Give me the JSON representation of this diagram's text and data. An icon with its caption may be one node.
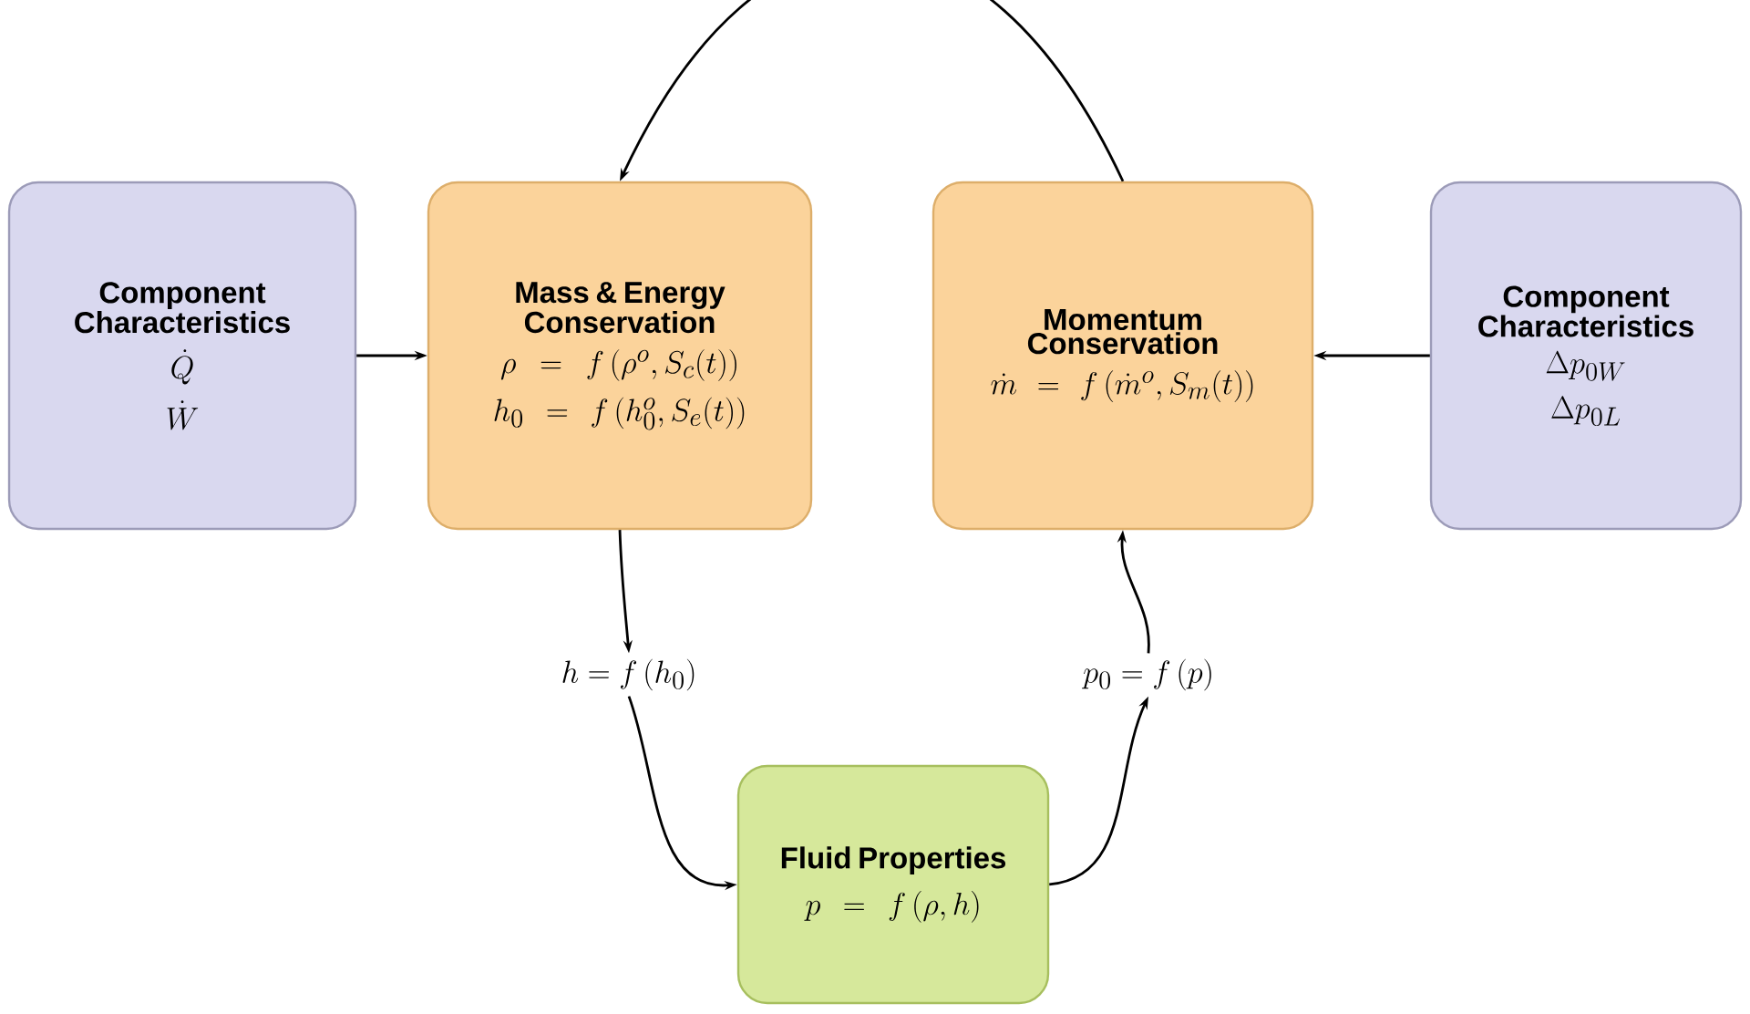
{
  "diagram": {
    "nodes": [
      {
        "text": [
          "Component Characteristics",
          "\\dot{Q}",
          "\\dot{W}"
        ]
      },
      {
        "text": [
          "Mass & Energy Conservation",
          "\\rho = f\\left(\\rho^{o}, S_c(t)\\right)",
          "h_0 = f\\left(h_0^{o}, S_e(t)\\right)"
        ]
      },
      {
        "text": [
          "Momentum Conservation",
          "\\dot{m} = f\\left(\\dot{m}^{o}, S_m(t)\\right)"
        ]
      },
      {
        "text": [
          "Component Characteristics",
          "\\Delta p_{0W}",
          "\\Delta p_{0L}"
        ]
      },
      {
        "text": [
          "h = f\\left(h_0\\right)"
        ]
      },
      {
        "text": [
          "p_0 = f\\left(p\\right)"
        ]
      },
      {
        "text": [
          "Fluid Properties",
          "p = f\\left(\\rho, h\\right)"
        ]
      }
    ],
    "edges": [
      {
        "from": 0,
        "to": 1,
        "arrow": "to"
      },
      {
        "from": 3,
        "to": 2,
        "arrow": "to"
      },
      {
        "from": 2,
        "to": 1,
        "arrow": "to"
      },
      {
        "from": 1,
        "to": 4,
        "arrow": "to"
      },
      {
        "from": 4,
        "to": 6,
        "arrow": "to"
      },
      {
        "from": 6,
        "to": 5,
        "arrow": "to"
      },
      {
        "from": 5,
        "to": 2,
        "arrow": "to"
      }
    ]
  }
}
